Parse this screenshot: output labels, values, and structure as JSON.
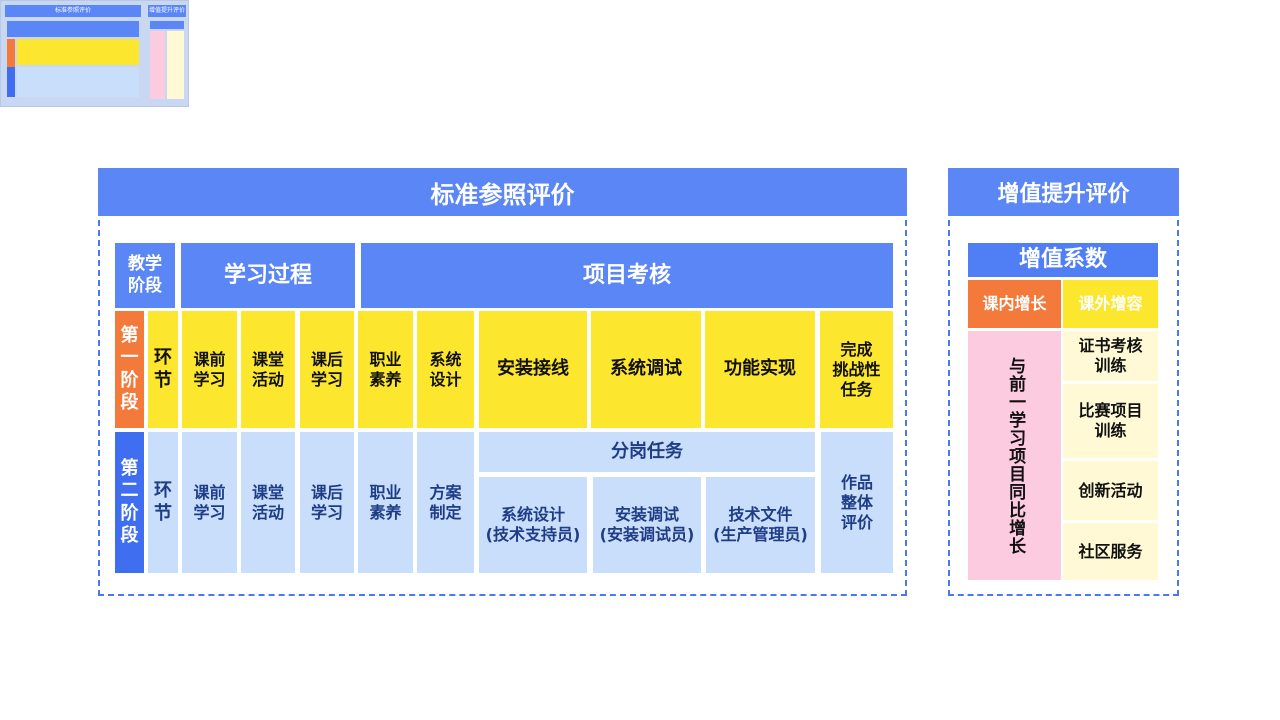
{
  "thumbnail": {
    "left_title": "标准参照评价",
    "right_title": "增值提升评价"
  },
  "standard": {
    "title": "标准参照评价",
    "col_stage": "教学\n阶段",
    "col_learning": "学习过程",
    "col_project": "项目考核",
    "stage1": {
      "label": "第\n一\n阶\n段",
      "huanjie": "环\n节",
      "cells": [
        "课前\n学习",
        "课堂\n活动",
        "课后\n学习",
        "职业\n素养",
        "系统\n设计",
        "安装接线",
        "系统调试",
        "功能实现",
        "完成\n挑战性\n任务"
      ]
    },
    "stage2": {
      "label": "第\n二\n阶\n段",
      "huanjie": "环\n节",
      "cells": [
        "课前\n学习",
        "课堂\n活动",
        "课后\n学习",
        "职业\n素养",
        "方案\n制定"
      ],
      "fengang": "分岗任务",
      "roles": [
        "系统设计\n(技术支持员)",
        "安装调试\n(安装调试员)",
        "技术文件\n(生产管理员)"
      ],
      "final": "作品\n整体\n评价"
    }
  },
  "value_added": {
    "title": "增值提升评价",
    "coef": "增值系数",
    "inner": "课内增长",
    "outer": "课外增容",
    "inner_desc": "与前一学习项目同比增长",
    "outer_items": [
      "证书考核\n训练",
      "比赛项目\n训练",
      "创新活动",
      "社区服务"
    ]
  }
}
